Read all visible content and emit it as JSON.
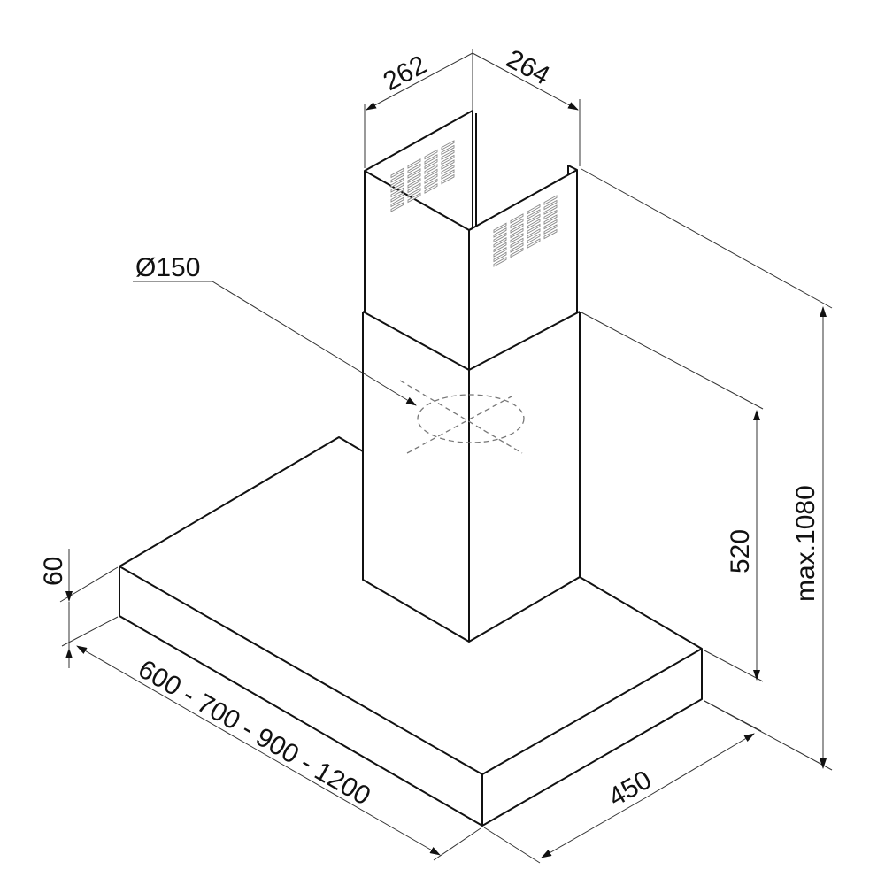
{
  "dimensions": {
    "chimney_depth": "262",
    "chimney_width": "264",
    "duct_diameter": "Ø150",
    "chimney_lower": "520",
    "total_height": "max.1080",
    "hood_thickness": "60",
    "hood_widths": "600 - 700 - 900 - 1200",
    "hood_depth": "450"
  }
}
